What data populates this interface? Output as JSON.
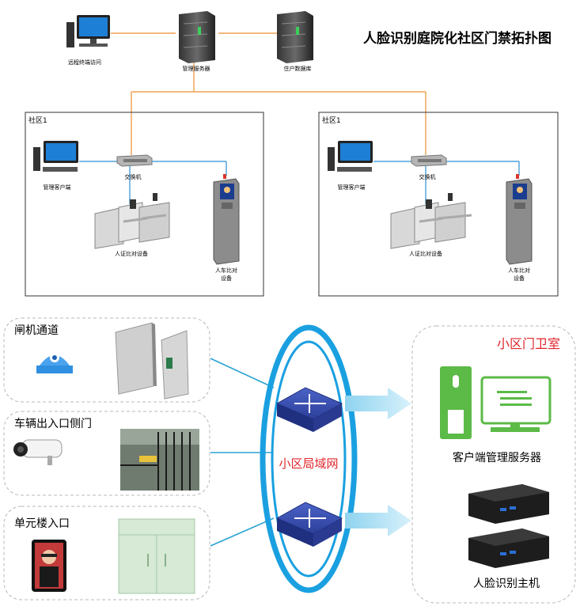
{
  "title": "人脸识别庭院化社区门禁拓扑图",
  "top": {
    "remote_label": "远程终端访问",
    "server_label": "管理服务器",
    "db_label": "住户数据库"
  },
  "communities": [
    {
      "label": "社区1",
      "client_label": "管理客户端",
      "switch_label": "交换机",
      "gate_label": "人证比对设备",
      "kiosk_label_1": "人车比对",
      "kiosk_label_2": "设备"
    },
    {
      "label": "社区1",
      "client_label": "管理客户端",
      "switch_label": "交换机",
      "gate_label": "人证比对设备",
      "kiosk_label_1": "人车比对",
      "kiosk_label_2": "设备"
    }
  ],
  "panels": {
    "channel": "闸机通道",
    "vehicle": "车辆出入口侧门",
    "unit": "单元楼入口"
  },
  "lan_label": "小区局域网",
  "guard": {
    "title": "小区门卫室",
    "client_server_label": "客户端管理服务器",
    "face_host_label": "人脸识别主机"
  },
  "colors": {
    "orange_line": "#f0a050",
    "blue_line": "#2aa3d3",
    "red_title": "#e0262c",
    "lan_ring": "#1aa0e0",
    "green_device": "#5cba47"
  }
}
